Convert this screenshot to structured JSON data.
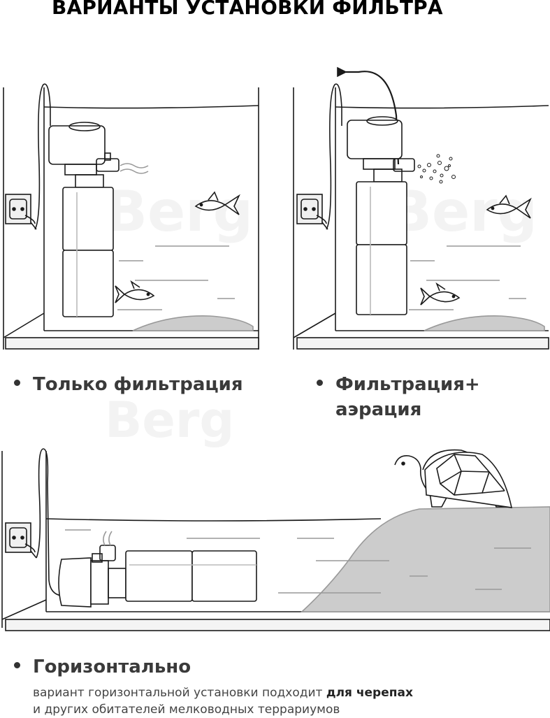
{
  "title": "ВАРИАНТЫ УСТАНОВКИ ФИЛЬТРА",
  "options": [
    {
      "label": "Только фильтрация"
    },
    {
      "label_line1": "Фильтрация+",
      "label_line2": "аэрация"
    },
    {
      "label": "Горизонтально"
    }
  ],
  "description": {
    "text_before": "вариант горизонтальной установки подходит ",
    "text_bold": "для черепах",
    "text_line2": "и других обитателей мелководных террариумов"
  },
  "watermark": "Berg",
  "colors": {
    "text": "#333333",
    "title": "#000000",
    "line": "#1a1a1a",
    "sand": "#cccccc"
  }
}
